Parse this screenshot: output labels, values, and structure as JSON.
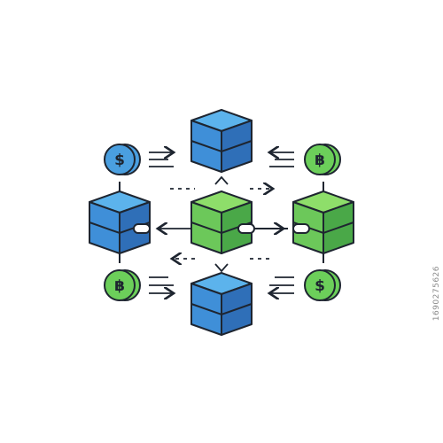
{
  "diagram": {
    "coins": [
      {
        "id": "coin-top-left",
        "symbol": "$",
        "color": "#4a9fe0"
      },
      {
        "id": "coin-top-right",
        "symbol": "฿",
        "color": "#6ccf5a"
      },
      {
        "id": "coin-bottom-left",
        "symbol": "฿",
        "color": "#6ccf5a"
      },
      {
        "id": "coin-bottom-right",
        "symbol": "$",
        "color": "#6ccf5a"
      }
    ],
    "blocks": [
      {
        "id": "block-top",
        "color": "blue"
      },
      {
        "id": "block-left",
        "color": "blue"
      },
      {
        "id": "block-center",
        "color": "green"
      },
      {
        "id": "block-right",
        "color": "green"
      },
      {
        "id": "block-bottom",
        "color": "blue"
      }
    ],
    "palette": {
      "outline": "#1e2530",
      "blue_top": "#5cb3ec",
      "blue_front": "#3f8fd8",
      "blue_side": "#2f6fb8",
      "green_top": "#8ede6a",
      "green_front": "#6cc85a",
      "green_side": "#4aa848",
      "coin_blue": "#4a9fe0",
      "coin_green": "#6ccf5a"
    }
  },
  "watermark": {
    "stock_id": "1690275626"
  }
}
